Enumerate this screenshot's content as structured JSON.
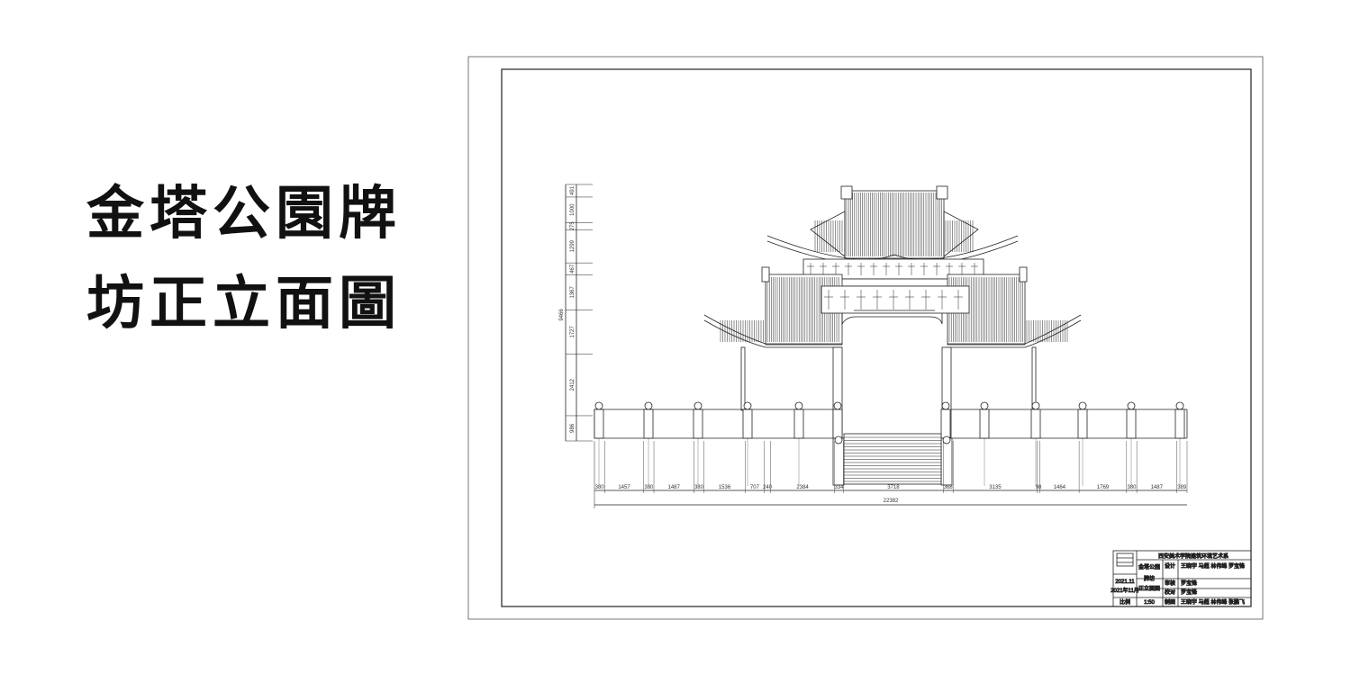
{
  "title": {
    "line1": "金塔公園牌",
    "line2": "坊正立面圖"
  },
  "drawing": {
    "bottom_dimensions": [
      "380",
      "1457",
      "380",
      "1487",
      "380",
      "1536",
      "707",
      "240",
      "2384",
      "334",
      "3718",
      "368",
      "3135",
      "98",
      "1464",
      "1769",
      "380",
      "1487",
      "389"
    ],
    "bottom_total": "22382",
    "left_dimensions": [
      "491",
      "1000",
      "275",
      "1299",
      "467",
      "1367",
      "1727",
      "2412",
      "986"
    ],
    "left_total": "9466"
  },
  "title_block": {
    "institution": "西安美术学院建筑环境艺术系",
    "project": "金塔公园",
    "item": "牌坊",
    "drawing_name": "正立面图",
    "date_label": "2021.11",
    "date_value": "2021年11月",
    "scale_label": "比例",
    "scale": "1:50",
    "row_labels": [
      "设计",
      "审核",
      "校对",
      "制图"
    ],
    "row_values": [
      "王晓宇 马超 林伟峰 罗宝锋",
      "罗宝锋",
      "罗宝锋",
      "王晓宇 马超 林伟峰 张鹏飞"
    ]
  }
}
